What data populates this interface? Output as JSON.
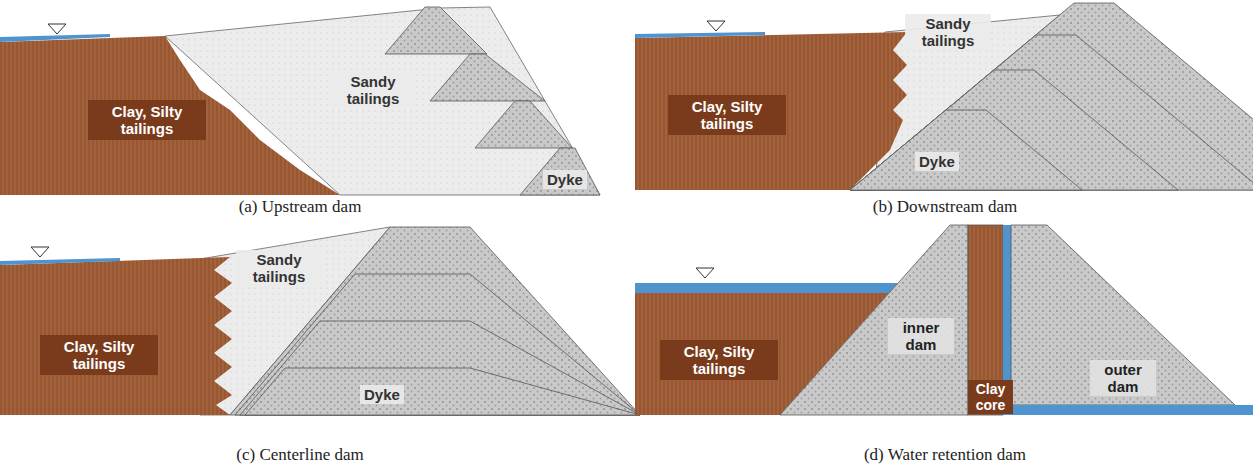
{
  "diagram": {
    "labels": [
      "Clay, Silty tailings",
      "Sandy tailings",
      "Dyke",
      "(a) Upstream dam",
      "Sandy tailings",
      "Clay, Silty tailings",
      "Dyke",
      "(b) Downstream dam",
      "Sandy tailings",
      "Clay, Silty tailings",
      "Dyke",
      "(c) Centerline dam",
      "Clay, Silty tailings",
      "inner dam",
      "Clay core",
      "outer dam",
      "(d) Water retention dam"
    ]
  }
}
